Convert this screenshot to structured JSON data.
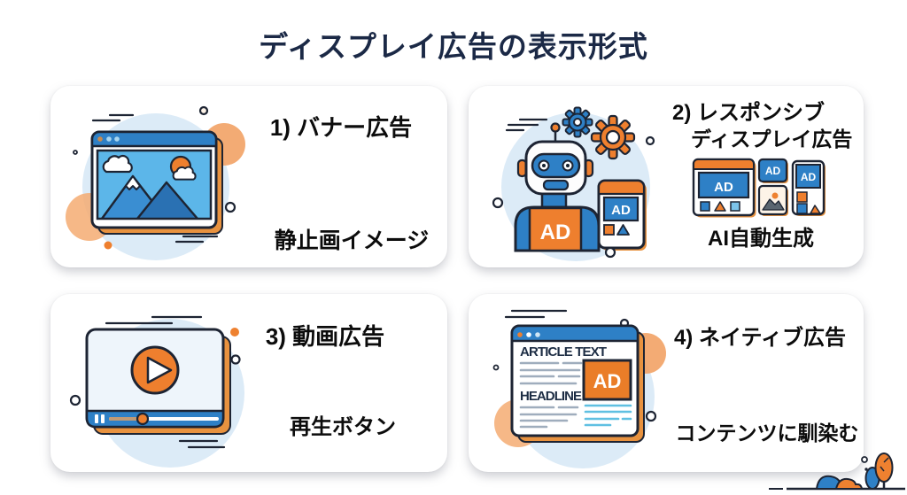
{
  "title": "ディスプレイ広告の表示形式",
  "cards": [
    {
      "heading": "1) バナー広告",
      "caption": "静止画イメージ"
    },
    {
      "heading": "2) レスポンシブ",
      "heading2": "ディスプレイ広告",
      "caption": "AI自動生成"
    },
    {
      "heading": "3) 動画広告",
      "caption": "再生ボタン"
    },
    {
      "heading": "4) ネイティブ広告",
      "caption": "コンテンツに馴染む"
    }
  ],
  "labels": {
    "ad": "AD",
    "article_text": "ARTICLE TEXT",
    "headline": "HEADLINE"
  },
  "colors": {
    "orange": "#ED7D2E",
    "blue": "#2E80C6",
    "sky_blue": "#5CB6E9",
    "light_blue_circle": "#DCEBF7",
    "outline_navy": "#1D2433",
    "title_navy": "#1B2946"
  }
}
